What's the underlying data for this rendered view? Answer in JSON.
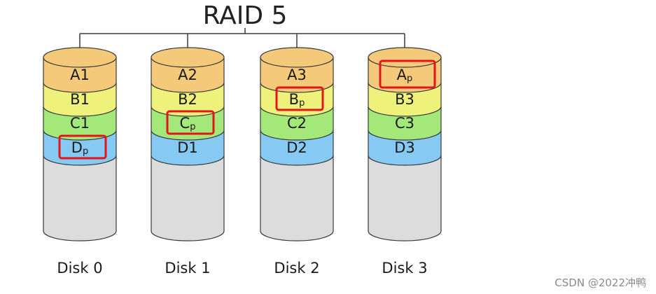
{
  "title": "RAID 5",
  "colors": {
    "row_A": "#f5c97a",
    "row_B": "#eef27a",
    "row_C": "#a5e87a",
    "row_D": "#86c9f2",
    "empty": "#dcdcdc",
    "stroke": "#3a3a3a",
    "highlight": "#e4141b"
  },
  "disks": [
    {
      "label": "Disk 0",
      "blocks": [
        {
          "main": "A1",
          "sub": "",
          "parity": false
        },
        {
          "main": "B1",
          "sub": "",
          "parity": false
        },
        {
          "main": "C1",
          "sub": "",
          "parity": false
        },
        {
          "main": "D",
          "sub": "p",
          "parity": true
        }
      ]
    },
    {
      "label": "Disk 1",
      "blocks": [
        {
          "main": "A2",
          "sub": "",
          "parity": false
        },
        {
          "main": "B2",
          "sub": "",
          "parity": false
        },
        {
          "main": "C",
          "sub": "p",
          "parity": true
        },
        {
          "main": "D1",
          "sub": "",
          "parity": false
        }
      ]
    },
    {
      "label": "Disk 2",
      "blocks": [
        {
          "main": "A3",
          "sub": "",
          "parity": false
        },
        {
          "main": "B",
          "sub": "p",
          "parity": true
        },
        {
          "main": "C2",
          "sub": "",
          "parity": false
        },
        {
          "main": "D2",
          "sub": "",
          "parity": false
        }
      ]
    },
    {
      "label": "Disk 3",
      "blocks": [
        {
          "main": "A",
          "sub": "p",
          "parity": true
        },
        {
          "main": "B3",
          "sub": "",
          "parity": false
        },
        {
          "main": "C3",
          "sub": "",
          "parity": false
        },
        {
          "main": "D3",
          "sub": "",
          "parity": false
        }
      ]
    }
  ],
  "watermark": "CSDN @2022冲鸭"
}
